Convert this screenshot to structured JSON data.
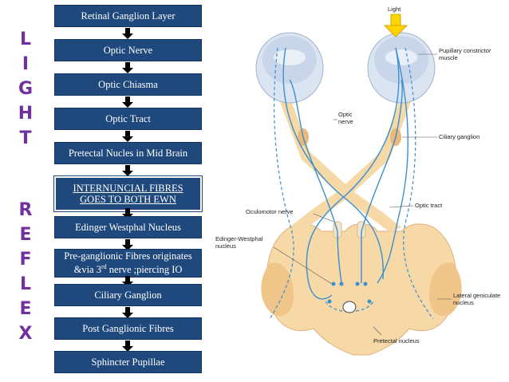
{
  "side_words": {
    "light": [
      "L",
      "I",
      "G",
      "H",
      "T"
    ],
    "reflex": [
      "R",
      "E",
      "F",
      "L",
      "E",
      "X"
    ]
  },
  "flow_steps": [
    "Retinal Ganglion Layer",
    "Optic Nerve",
    "Optic Chiasma",
    "Optic Tract",
    "Pretectal Nucles  in Mid Brain",
    "INTERNUNCIAL FIBRES GOES TO BOTH EWN",
    "Edinger Westphal Nucleus",
    "Pre-ganglionic Fibres originates &via 3rd nerve ;piercing IO",
    "Ciliary Ganglion",
    "Post Ganglionic Fibres",
    "Sphincter Pupillae"
  ],
  "step7": {
    "line1": "Pre-ganglionic Fibres originates",
    "line2a": "&via 3",
    "sup": "rd",
    "line2b": " nerve ;piercing IO"
  },
  "diagram_labels": {
    "light": "Light",
    "pupillary1": "Pupillary constrictor",
    "pupillary2": "muscle",
    "optic_nerve1": "Optic",
    "optic_nerve2": "nerve",
    "ciliary_ganglion": "Ciliary ganglion",
    "optic_tract": "Optic tract",
    "oculomotor": "Oculomotor nerve",
    "ew1": "Edinger-Westphal",
    "ew2": "nucleus",
    "lgn1": "Lateral geniculate",
    "lgn2": "nucleus",
    "pretectal": "Pretectal nucleus"
  },
  "colors": {
    "box_fill": "#1f497d",
    "side_text": "#7030a0",
    "tissue": "#f7d9a8",
    "tissue_dark": "#e8b97a",
    "nerve": "#3a8fd0",
    "eye": "#c9d6ea",
    "light_arrow": "#ffd400"
  }
}
